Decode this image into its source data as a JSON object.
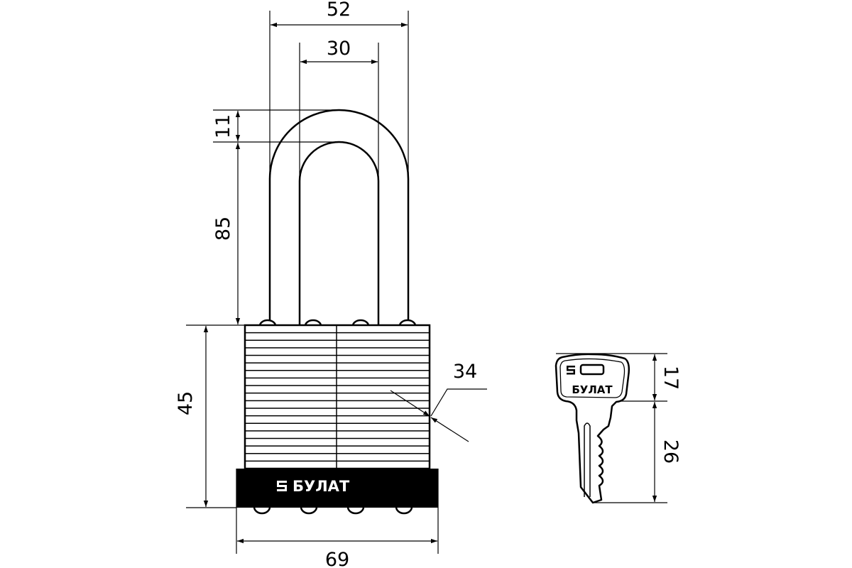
{
  "drawing": {
    "brand_name": "БУЛАТ",
    "lock_dimensions": {
      "shackle_outer_width": "52",
      "shackle_inner_width": "30",
      "shackle_diameter": "11",
      "shackle_clearance": "85",
      "body_height": "45",
      "body_thickness": "34",
      "body_width": "69"
    },
    "key_dimensions": {
      "head_height": "17",
      "blade_length": "26"
    }
  }
}
